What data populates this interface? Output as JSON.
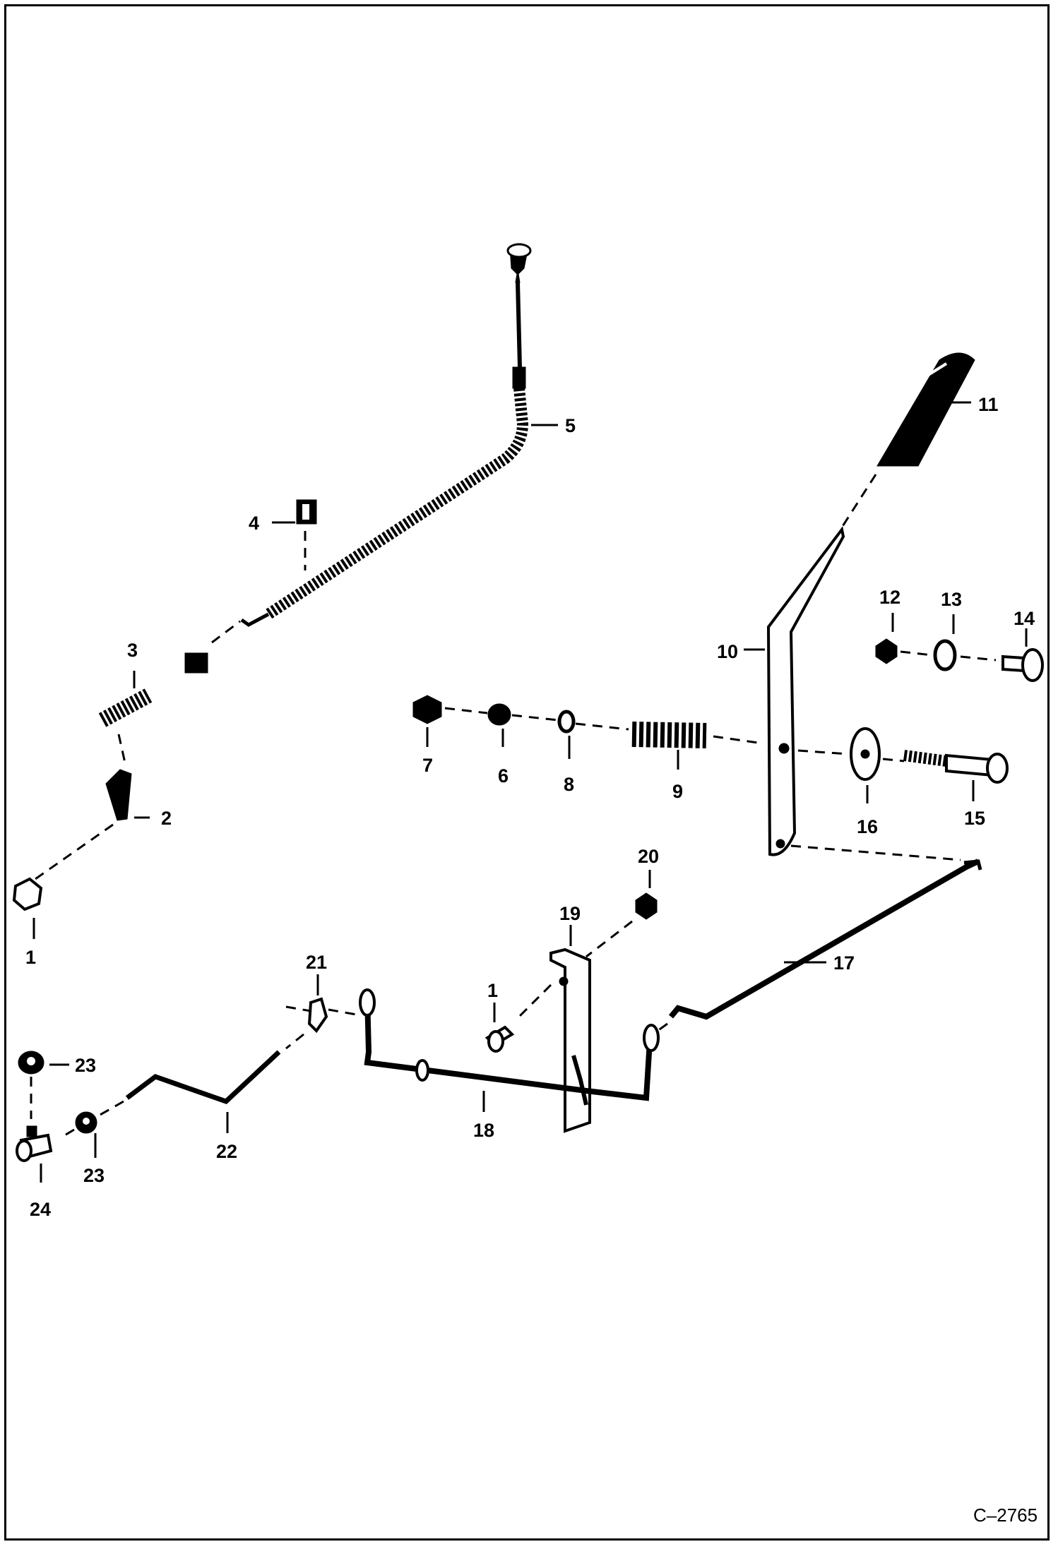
{
  "diagram_code": "C–2765",
  "callouts": {
    "c1a": "1",
    "c1b": "1",
    "c2": "2",
    "c3": "3",
    "c4": "4",
    "c5": "5",
    "c6": "6",
    "c7": "7",
    "c8": "8",
    "c9": "9",
    "c10": "10",
    "c11": "11",
    "c12": "12",
    "c13": "13",
    "c14": "14",
    "c15": "15",
    "c16": "16",
    "c17": "17",
    "c18": "18",
    "c19": "19",
    "c20": "20",
    "c21": "21",
    "c22": "22",
    "c23a": "23",
    "c23b": "23",
    "c24": "24"
  }
}
